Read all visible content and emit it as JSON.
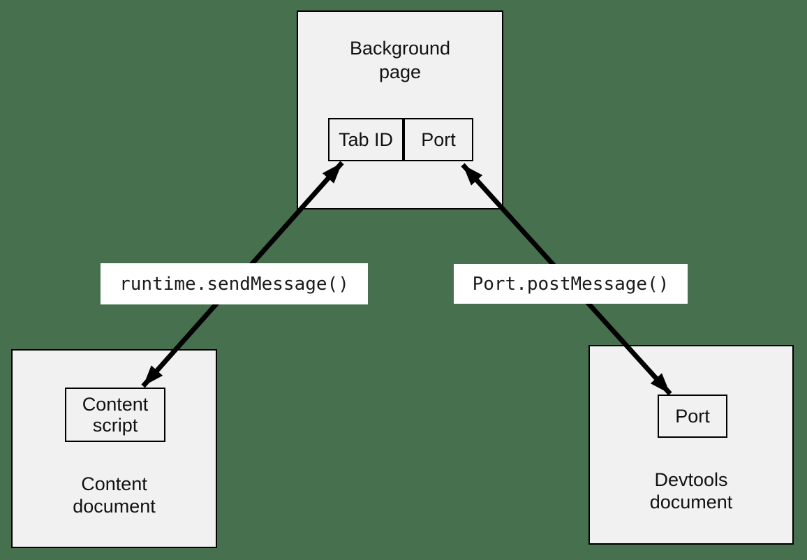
{
  "colors": {
    "page_background": "#47714E",
    "box_fill": "#F1F1F1",
    "box_border": "#000000",
    "label_background": "#FFFFFF",
    "arrow": "#000000",
    "text": "#111111"
  },
  "background_page": {
    "title": "Background\npage",
    "cells": [
      {
        "label": "Tab ID"
      },
      {
        "label": "Port"
      }
    ]
  },
  "content_document": {
    "title": "Content\ndocument",
    "inner_box": {
      "label": "Content\nscript"
    }
  },
  "devtools_document": {
    "title": "Devtools\ndocument",
    "inner_box": {
      "label": "Port"
    }
  },
  "arrows": {
    "send_message": {
      "label": "runtime.sendMessage()",
      "from": "Content script",
      "to": "Background page Tab ID",
      "double_headed": true
    },
    "post_message": {
      "label": "Port.postMessage()",
      "from": "Background page Port",
      "to": "Devtools document Port",
      "double_headed": true
    }
  }
}
